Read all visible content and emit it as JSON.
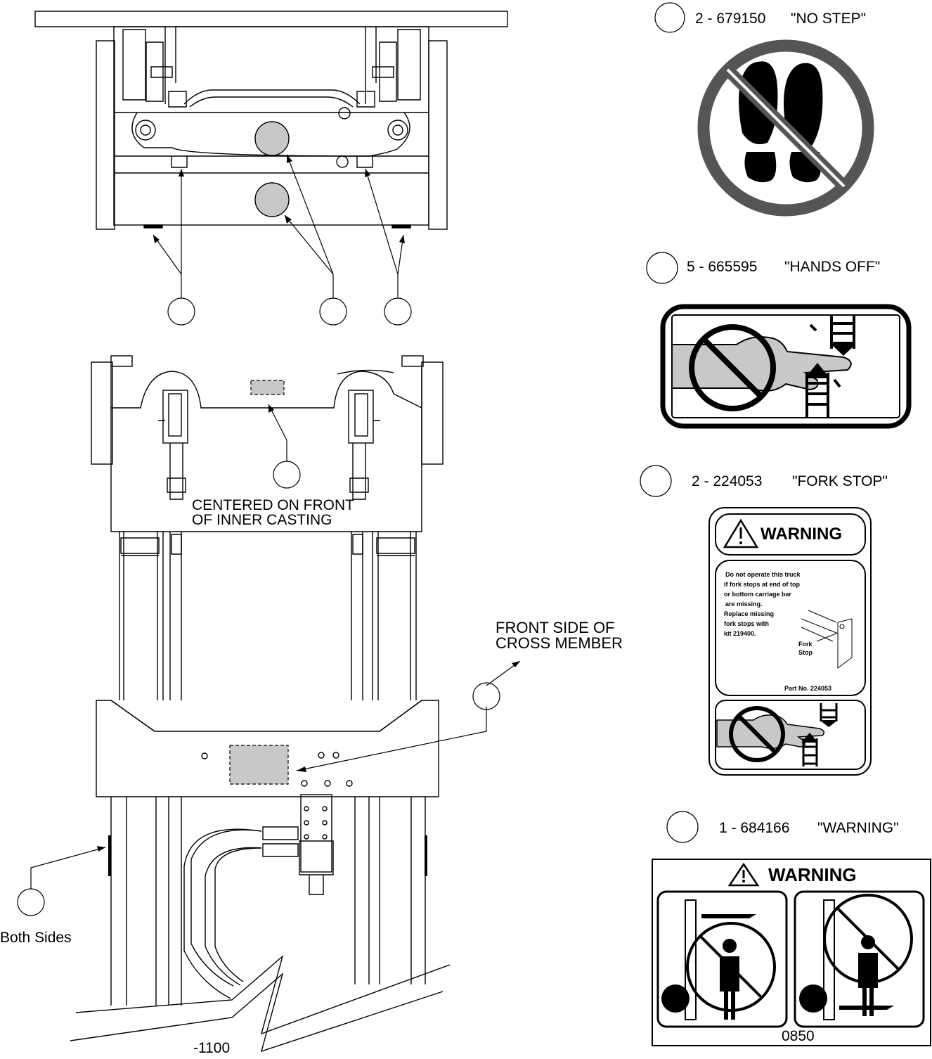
{
  "decals": [
    {
      "qty_part": "2 - 679150",
      "name": "\"NO STEP\""
    },
    {
      "qty_part": "5  - 665595",
      "name": "\"HANDS OFF\""
    },
    {
      "qty_part": "2  - 224053",
      "name": "\"FORK STOP\""
    },
    {
      "qty_part": "1  - 684166",
      "name": "\"WARNING\""
    }
  ],
  "fork_stop_decal": {
    "header": "WARNING",
    "instructions": [
      "Do not operate this truck",
      "if fork stops at end of top",
      "or bottom carriage bar",
      "are missing.",
      "Replace missing",
      "fork stops with",
      "kit 219400."
    ],
    "callout_line1": "Fork",
    "callout_line2": "Stop",
    "part_no": "Part No. 224053"
  },
  "warning_decal": {
    "header": "WARNING",
    "code": "0850"
  },
  "notes": {
    "centered_line1": "CENTERED ON FRONT",
    "centered_line2": "OF INNER CASTING",
    "front_side_line1": "FRONT SIDE OF",
    "front_side_line2": "CROSS MEMBER",
    "both_sides": "Both Sides"
  },
  "figure_code": "-1100",
  "colors": {
    "line": "#000000",
    "decal_fill": "#c8c8c8",
    "symbol_fill": "#555555"
  }
}
